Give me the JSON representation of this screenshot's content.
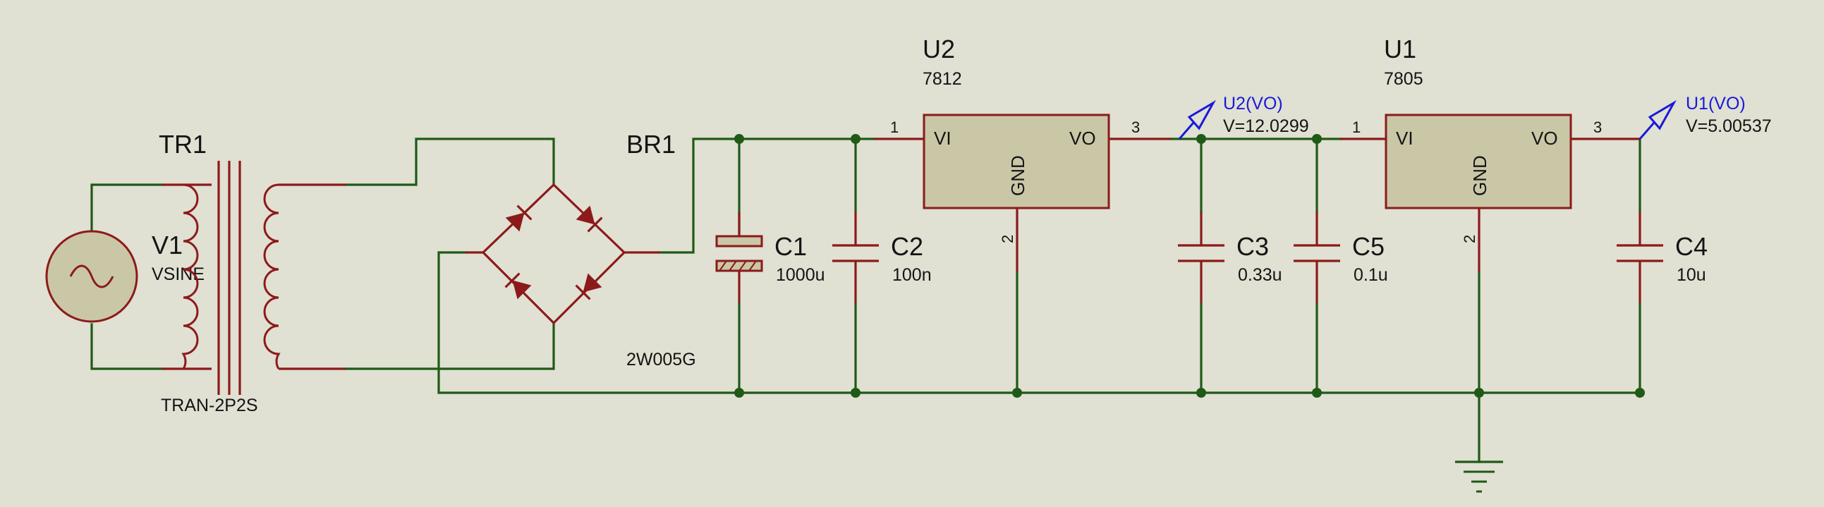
{
  "components": {
    "v1": {
      "ref": "V1",
      "value": "VSINE"
    },
    "tr1": {
      "ref": "TR1",
      "value": "TRAN-2P2S"
    },
    "br1": {
      "ref": "BR1",
      "value": "2W005G"
    },
    "c1": {
      "ref": "C1",
      "value": "1000u"
    },
    "c2": {
      "ref": "C2",
      "value": "100n"
    },
    "c3": {
      "ref": "C3",
      "value": "0.33u"
    },
    "c5": {
      "ref": "C5",
      "value": "0.1u"
    },
    "c4": {
      "ref": "C4",
      "value": "10u"
    },
    "u2": {
      "ref": "U2",
      "value": "7812",
      "pin_vi": "VI",
      "pin_vo": "VO",
      "pin_gnd": "GND",
      "pin1": "1",
      "pin2": "2",
      "pin3": "3"
    },
    "u1": {
      "ref": "U1",
      "value": "7805",
      "pin_vi": "VI",
      "pin_vo": "VO",
      "pin_gnd": "GND",
      "pin1": "1",
      "pin2": "2",
      "pin3": "3"
    }
  },
  "probes": {
    "u2_vo": {
      "name": "U2(VO)",
      "reading": "V=12.0299"
    },
    "u1_vo": {
      "name": "U1(VO)",
      "reading": "V=5.00537"
    }
  },
  "colors": {
    "background": "#e0e0d3",
    "wire": "#1f5a16",
    "component": "#8c1a1a",
    "body_fill": "#c9c7a6",
    "probe": "#1a1ad8"
  }
}
